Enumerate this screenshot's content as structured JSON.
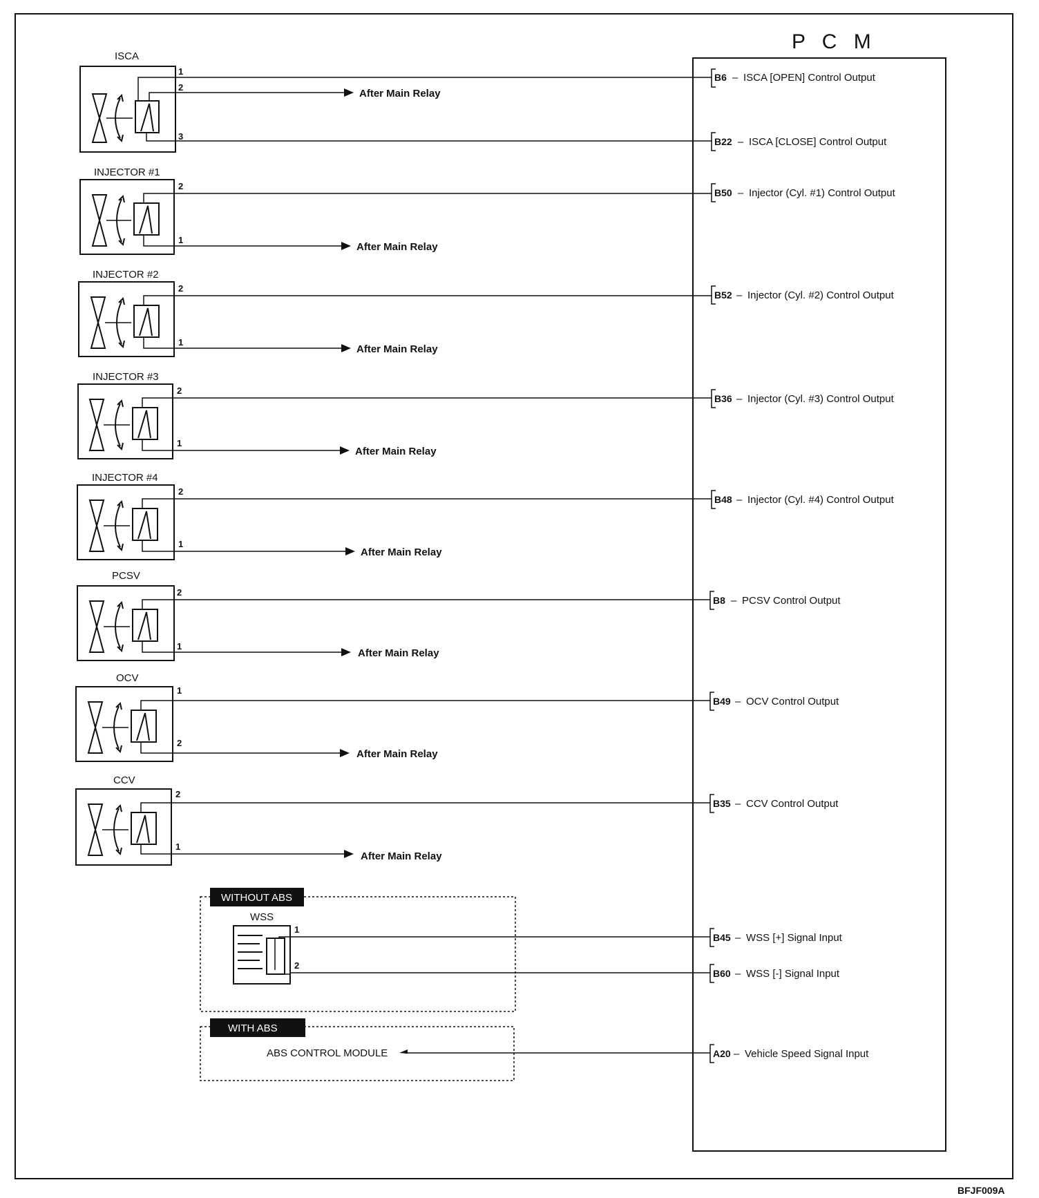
{
  "pcm": {
    "title": "P C M",
    "pins": [
      {
        "code": "B6",
        "label": "ISCA [OPEN] Control Output"
      },
      {
        "code": "B22",
        "label": "ISCA [CLOSE] Control Output"
      },
      {
        "code": "B50",
        "label": "Injector (Cyl. #1) Control Output"
      },
      {
        "code": "B52",
        "label": "Injector (Cyl. #2) Control Output"
      },
      {
        "code": "B36",
        "label": "Injector (Cyl. #3) Control Output"
      },
      {
        "code": "B48",
        "label": "Injector (Cyl. #4) Control Output"
      },
      {
        "code": "B8",
        "label": "PCSV Control Output"
      },
      {
        "code": "B49",
        "label": "OCV Control Output"
      },
      {
        "code": "B35",
        "label": "CCV Control Output"
      },
      {
        "code": "B45",
        "label": "WSS [+] Signal Input"
      },
      {
        "code": "B60",
        "label": "WSS [-] Signal Input"
      },
      {
        "code": "A20",
        "label": "Vehicle Speed Signal Input"
      }
    ]
  },
  "components": [
    {
      "name": "ISCA",
      "pins": [
        "1",
        "2",
        "3"
      ],
      "relay": "After Main Relay"
    },
    {
      "name": "INJECTOR #1",
      "pins": [
        "2",
        "1"
      ],
      "relay": "After Main Relay"
    },
    {
      "name": "INJECTOR #2",
      "pins": [
        "2",
        "1"
      ],
      "relay": "After Main Relay"
    },
    {
      "name": "INJECTOR #3",
      "pins": [
        "2",
        "1"
      ],
      "relay": "After Main Relay"
    },
    {
      "name": "INJECTOR #4",
      "pins": [
        "2",
        "1"
      ],
      "relay": "After Main Relay"
    },
    {
      "name": "PCSV",
      "pins": [
        "2",
        "1"
      ],
      "relay": "After Main Relay"
    },
    {
      "name": "OCV",
      "pins": [
        "1",
        "2"
      ],
      "relay": "After Main Relay"
    },
    {
      "name": "CCV",
      "pins": [
        "2",
        "1"
      ],
      "relay": "After Main Relay"
    }
  ],
  "without_abs": {
    "tag": "WITHOUT ABS",
    "sensor": "WSS",
    "pins": [
      "1",
      "2"
    ]
  },
  "with_abs": {
    "tag": "WITH ABS",
    "module": "ABS CONTROL MODULE"
  },
  "figure_code": "BFJF009A"
}
